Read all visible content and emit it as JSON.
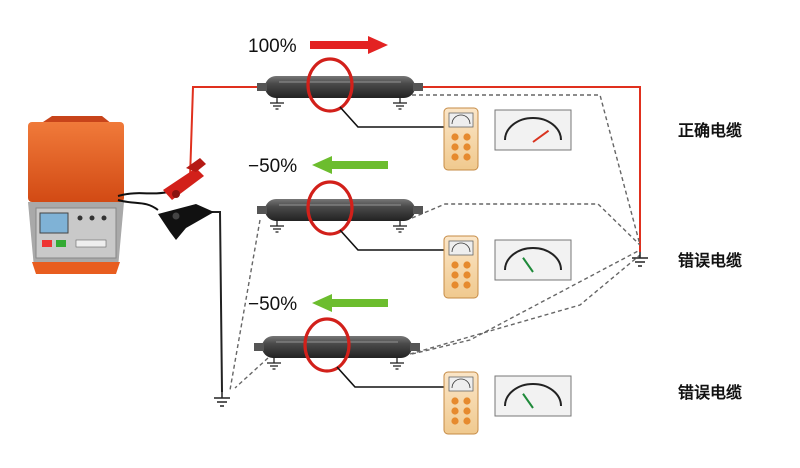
{
  "rows": [
    {
      "percent": "100%",
      "label": "正确电缆",
      "arrow_direction": "right",
      "arrow_color": "#e32222",
      "needle_color": "#d9331f"
    },
    {
      "percent": "−50%",
      "label": "错误电缆",
      "arrow_direction": "left",
      "arrow_color": "#6cbd2e",
      "needle_color": "#1f8a3a"
    },
    {
      "percent": "−50%",
      "label": "错误电缆",
      "arrow_direction": "left",
      "arrow_color": "#6cbd2e",
      "needle_color": "#1f8a3a"
    }
  ],
  "colors": {
    "live_wire": "#e0301e",
    "return_wire": "#222222",
    "case": "#e85d1f",
    "cable": "#3a3a3a",
    "clamp": "#d2201a"
  },
  "icons": [
    "tester-case-icon",
    "crocodile-clip-icon",
    "cable-icon",
    "current-clamp-icon",
    "ground-icon",
    "handheld-meter-icon",
    "analog-gauge-icon"
  ],
  "meter": {
    "needle_reading": [
      0.75,
      0.35,
      0.35
    ]
  }
}
